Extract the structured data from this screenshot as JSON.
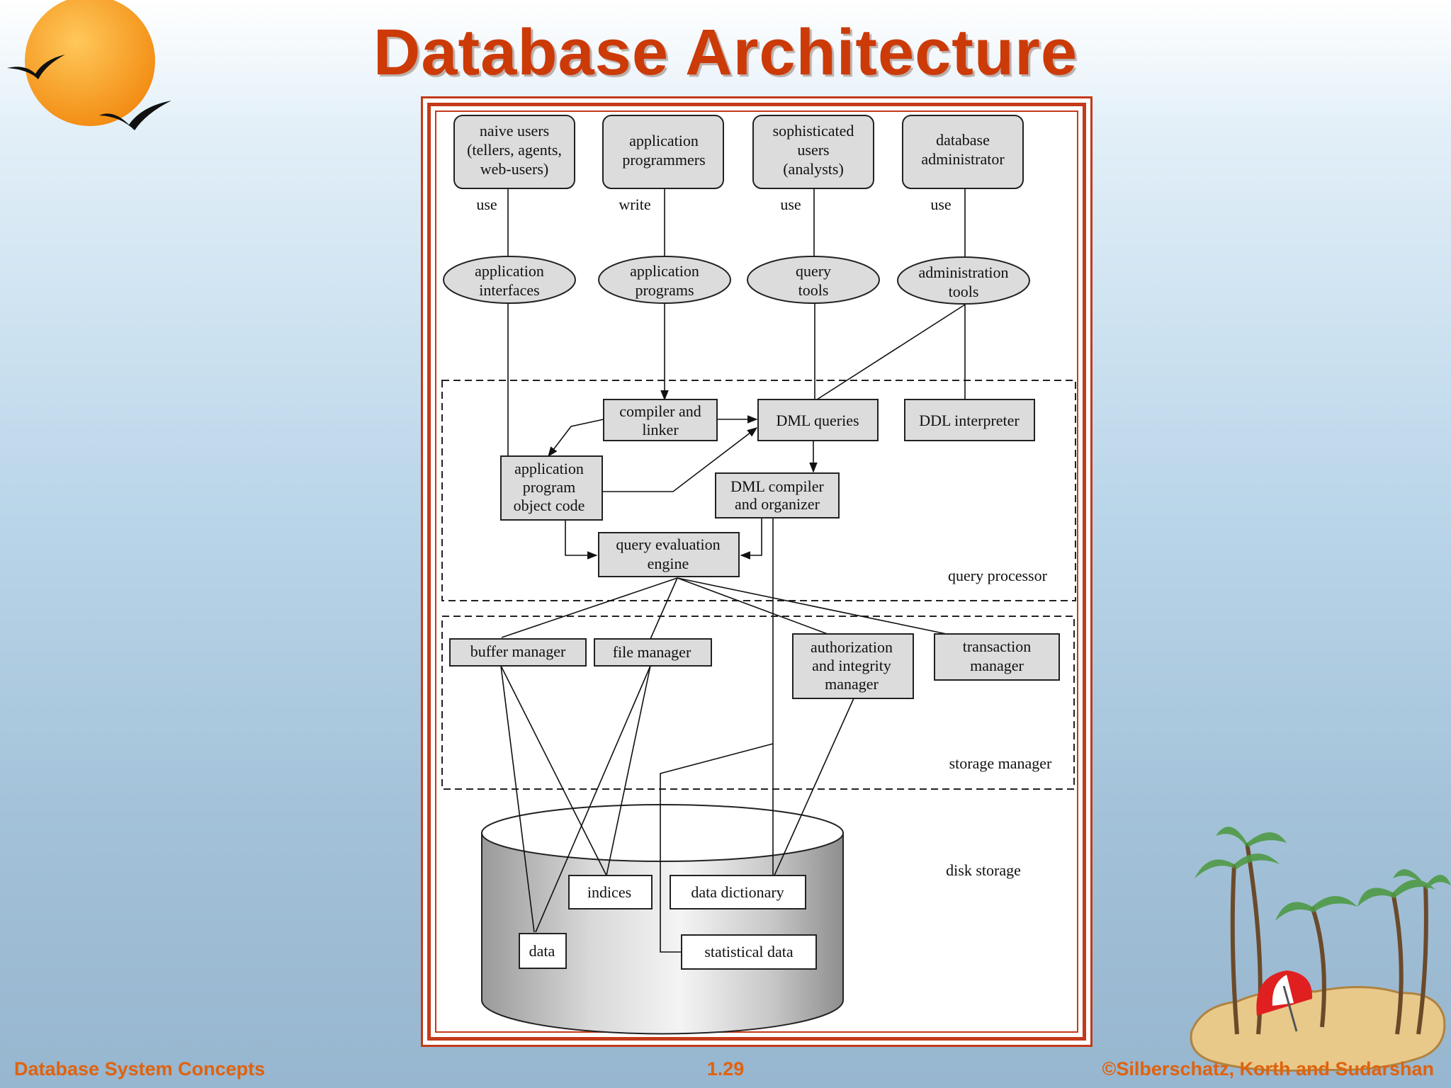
{
  "slide": {
    "title": "Database Architecture",
    "footer_left": "Database System Concepts",
    "footer_center": "1.29",
    "footer_right": "©Silberschatz, Korth and Sudarshan"
  },
  "diagram": {
    "users": [
      {
        "lines": [
          "naive users",
          "(tellers, agents,",
          "web-users)"
        ],
        "verb": "use"
      },
      {
        "lines": [
          "application",
          "programmers"
        ],
        "verb": "write"
      },
      {
        "lines": [
          "sophisticated",
          "users",
          "(analysts)"
        ],
        "verb": "use"
      },
      {
        "lines": [
          "database",
          "administrator"
        ],
        "verb": "use"
      }
    ],
    "tools": [
      {
        "lines": [
          "application",
          "interfaces"
        ]
      },
      {
        "lines": [
          "application",
          "programs"
        ]
      },
      {
        "lines": [
          "query",
          "tools"
        ]
      },
      {
        "lines": [
          "administration",
          "tools"
        ]
      }
    ],
    "query_processor": {
      "label": "query processor",
      "compiler_linker": [
        "compiler and",
        "linker"
      ],
      "dml_queries": "DML queries",
      "ddl_interpreter": "DDL interpreter",
      "app_object_code": [
        "application",
        "program",
        "object code"
      ],
      "dml_compiler": [
        "DML compiler",
        "and organizer"
      ],
      "query_engine": [
        "query evaluation",
        "engine"
      ]
    },
    "storage_manager": {
      "label": "storage manager",
      "buffer_manager": "buffer manager",
      "file_manager": "file manager",
      "auth_manager": [
        "authorization",
        "and integrity",
        "manager"
      ],
      "transaction_manager": [
        "transaction",
        "manager"
      ]
    },
    "disk_storage": {
      "label": "disk storage",
      "indices": "indices",
      "data_dictionary": "data dictionary",
      "data": "data",
      "statistical_data": "statistical data"
    }
  }
}
